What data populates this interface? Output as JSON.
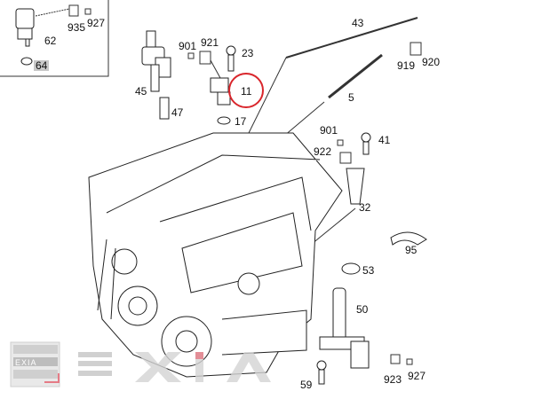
{
  "diagram": {
    "inset_labels": [
      "62",
      "935",
      "927",
      "64"
    ],
    "highlighted_label": "64",
    "circled_label": "11",
    "labels": {
      "l62": "62",
      "l935": "935",
      "l927a": "927",
      "l64": "64",
      "l45": "45",
      "l47": "47",
      "l901a": "901",
      "l921": "921",
      "l23": "23",
      "l11": "11",
      "l17": "17",
      "l43": "43",
      "l919": "919",
      "l920": "920",
      "l5": "5",
      "l901b": "901",
      "l41": "41",
      "l922": "922",
      "l32": "32",
      "l95": "95",
      "l53": "53",
      "l50": "50",
      "l923": "923",
      "l927b": "927",
      "l59": "59"
    },
    "colors": {
      "circle": "#d9262c",
      "highlight": "#c8c8c8",
      "watermark": "#cfcfcf",
      "watermark_accent": "#e57b86"
    }
  },
  "watermark": {
    "text": "EXIA",
    "big_letters": [
      "X",
      "I",
      "A"
    ]
  }
}
